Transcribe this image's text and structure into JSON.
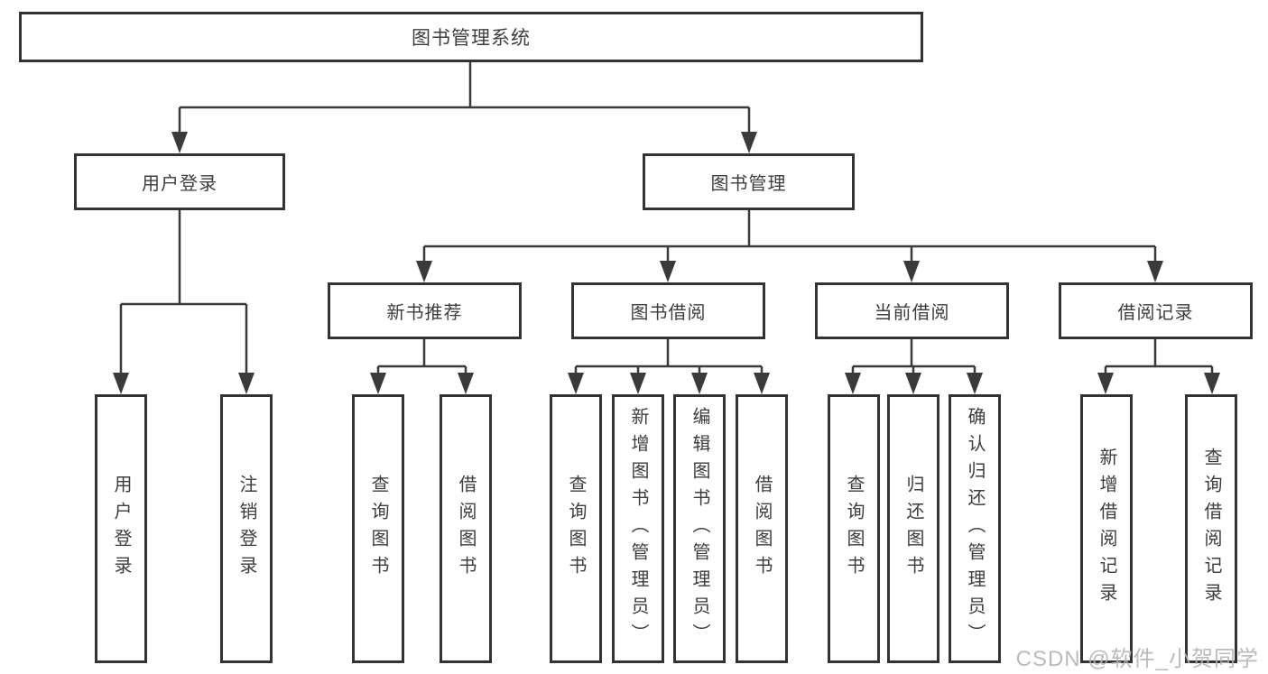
{
  "page": {
    "watermark": "CSDN @软件_小贺同学"
  },
  "diagram": {
    "root": {
      "label": "图书管理系统"
    },
    "branches": [
      {
        "label": "用户登录",
        "children": [
          {
            "label": "用户登录"
          },
          {
            "label": "注销登录"
          }
        ]
      },
      {
        "label": "图书管理",
        "children": [
          {
            "label": "新书推荐",
            "children": [
              {
                "label": "查询图书"
              },
              {
                "label": "借阅图书"
              }
            ]
          },
          {
            "label": "图书借阅",
            "children": [
              {
                "label": "查询图书"
              },
              {
                "label": "新增图书（管理员）"
              },
              {
                "label": "编辑图书（管理员）"
              },
              {
                "label": "借阅图书"
              }
            ]
          },
          {
            "label": "当前借阅",
            "children": [
              {
                "label": "查询图书"
              },
              {
                "label": "归还图书"
              },
              {
                "label": "确认归还（管理员）"
              }
            ]
          },
          {
            "label": "借阅记录",
            "children": [
              {
                "label": "新增借阅记录"
              },
              {
                "label": "查询借阅记录"
              }
            ]
          }
        ]
      }
    ]
  },
  "colors": {
    "line": "#3a3a3a",
    "border": "#333333",
    "text": "#3d3d3d",
    "watermark": "#b4b4b4",
    "background": "#ffffff"
  }
}
